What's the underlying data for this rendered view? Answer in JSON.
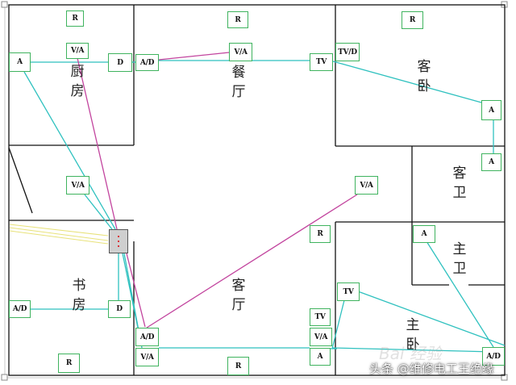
{
  "rooms": {
    "kitchen": [
      "厨",
      "房"
    ],
    "dining": [
      "餐",
      "厅"
    ],
    "guest_bedroom": [
      "客",
      "卧"
    ],
    "guest_bath": [
      "客",
      "卫"
    ],
    "study": [
      "书",
      "房"
    ],
    "living": [
      "客",
      "厅"
    ],
    "master_bath": [
      "主",
      "卫"
    ],
    "master_bedroom": [
      "主",
      "卧"
    ]
  },
  "outlets": {
    "kitchen_r": "R",
    "kitchen_va": "V/A",
    "kitchen_a": "A",
    "kitchen_d": "D",
    "dining_r": "R",
    "dining_ad": "A/D",
    "dining_va": "V/A",
    "dining_tv": "TV",
    "guest_r": "R",
    "guest_tvd": "TV/D",
    "guest_a1": "A",
    "guest_a2": "A",
    "hall_va": "V/A",
    "living_va": "V/A",
    "living_r": "R",
    "study_ad": "A/D",
    "study_d": "D",
    "study_r": "R",
    "living_ad": "A/D",
    "living_va2": "V/A",
    "living_r2": "R",
    "living_tv": "TV",
    "living_va3": "V/A",
    "living_a": "A",
    "master_bath_a": "A",
    "master_tv": "TV",
    "master_ad": "A/D"
  },
  "watermark": "头条 @维修电工王绝缘",
  "colors": {
    "wall": "#111111",
    "cyan_wire": "#2fc1bf",
    "magenta_wire": "#c2449e",
    "outlet_border": "#3fb35e",
    "panel": "#cfcfcf"
  },
  "icons": {
    "distribution_panel": "grey-box-with-red-dots"
  }
}
